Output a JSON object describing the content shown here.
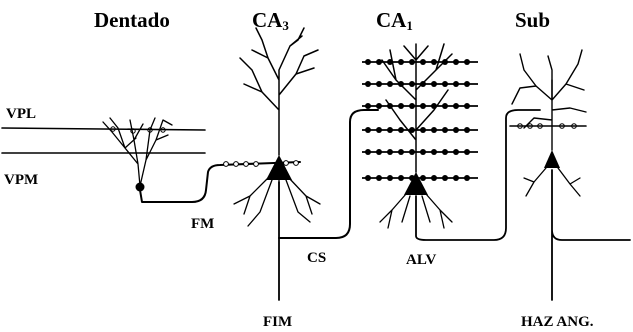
{
  "regions": {
    "dentado": "Dentado",
    "ca3_main": "CA",
    "ca3_sub": "3",
    "ca1_main": "CA",
    "ca1_sub": "1",
    "sub": "Sub"
  },
  "inputs": {
    "vpl": "VPL",
    "vpm": "VPM"
  },
  "pathways": {
    "fm": "FM",
    "cs": "CS",
    "alv": "ALV",
    "fim": "FIM",
    "haz_ang": "HAZ ANG."
  },
  "colors": {
    "ink": "#000000",
    "background": "#ffffff"
  }
}
